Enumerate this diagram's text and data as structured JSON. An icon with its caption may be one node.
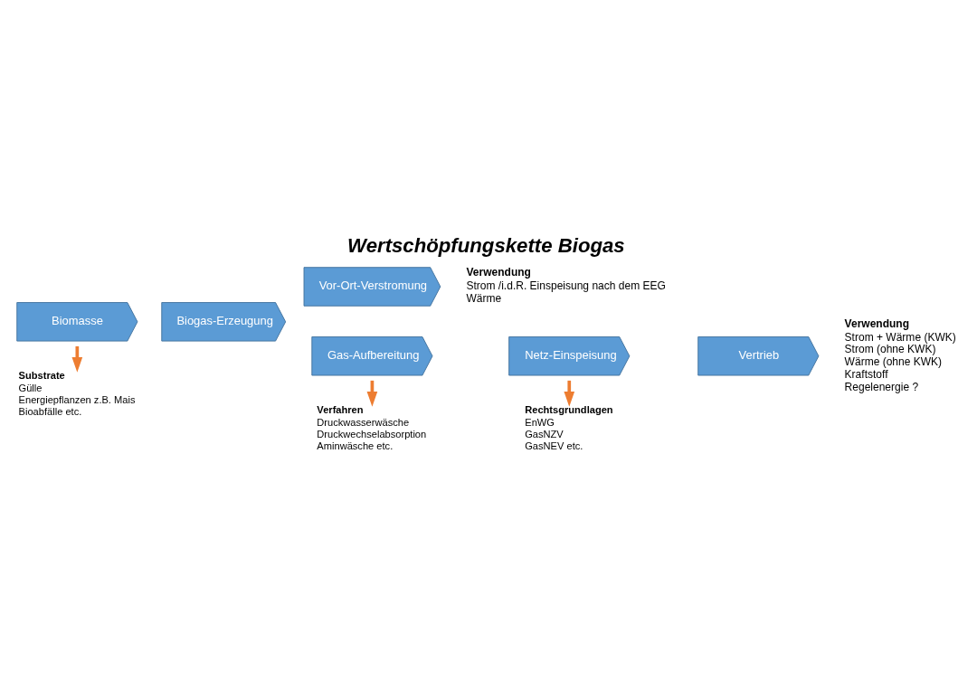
{
  "diagram": {
    "title": "Wertschöpfungskette Biogas",
    "nodes": [
      {
        "text": [
          "Biomasse"
        ]
      },
      {
        "text": [
          "Biogas-Erzeugung"
        ]
      },
      {
        "text": [
          "Vor-Ort-Verstromung"
        ],
        "beside": [
          "Verwendung",
          "Strom /i.d.R. Einspeisung nach dem EEG",
          "Wärme"
        ]
      },
      {
        "text": [
          "Gas-Aufbereitung"
        ]
      },
      {
        "text": [
          "Netz-Einspeisung"
        ]
      },
      {
        "text": [
          "Vertrieb"
        ],
        "beside": [
          "Verwendung",
          "Strom + Wärme (KWK)",
          "Strom (ohne KWK)",
          "Wärme (ohne KWK)",
          "Kraftstoff",
          "Regelenergie ?"
        ]
      },
      {
        "text": [
          "Substrate",
          "Gülle",
          "Energiepflanzen z.B. Mais",
          "Bioabfälle etc."
        ]
      },
      {
        "text": [
          "Verfahren",
          "Druckwasserwäsche",
          "Druckwechselabsorption",
          "Aminwäsche etc."
        ]
      },
      {
        "text": [
          "Rechtsgrundlagen",
          "EnWG",
          "GasNZV",
          "GasNEV etc."
        ]
      }
    ],
    "edges": [
      {
        "from": 0,
        "to": 6,
        "arrow": "to"
      },
      {
        "from": 3,
        "to": 7,
        "arrow": "to"
      },
      {
        "from": 4,
        "to": 8,
        "arrow": "to"
      }
    ]
  }
}
